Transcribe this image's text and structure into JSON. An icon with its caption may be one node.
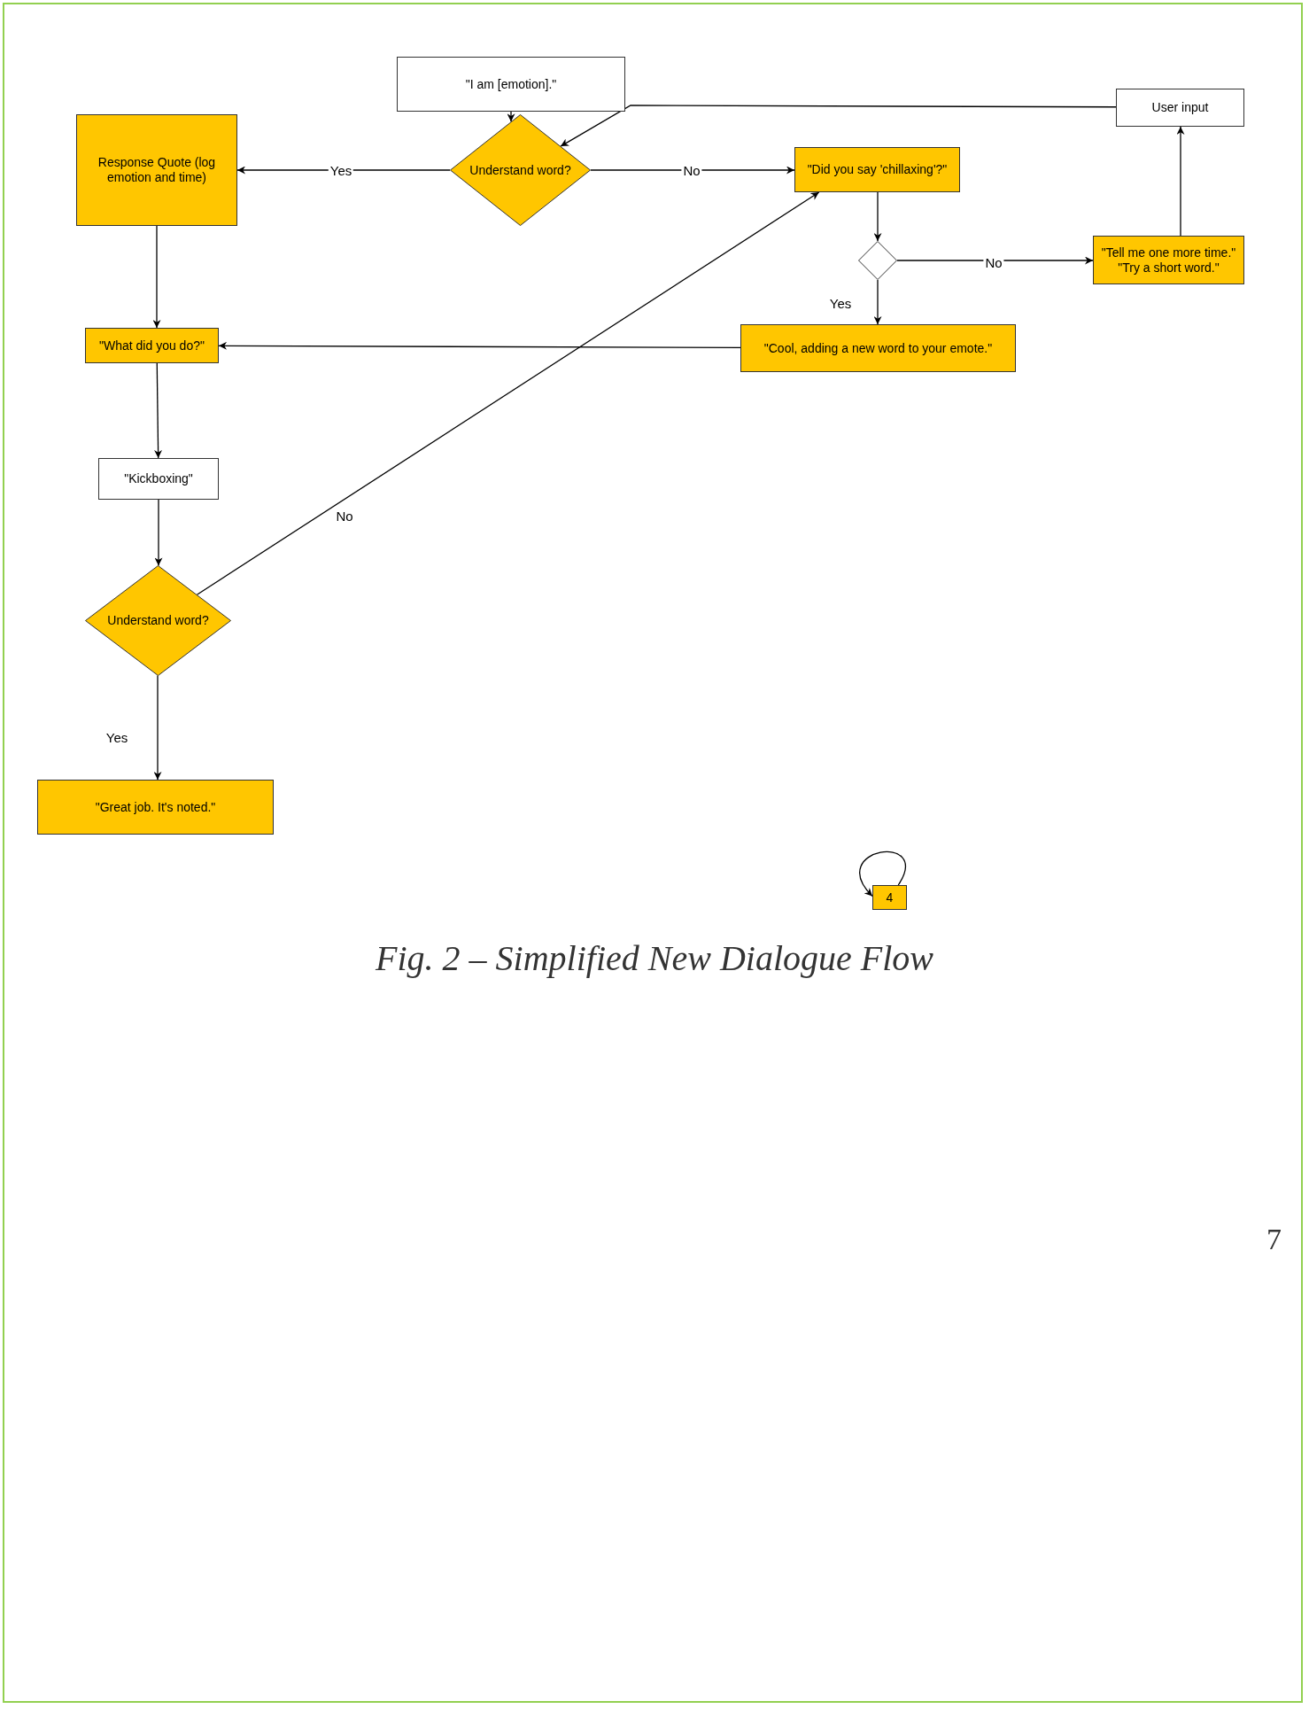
{
  "diagram": {
    "caption": "Fig. 2 – Simplified New Dialogue Flow",
    "nodes": [
      {
        "text": [
          "\"I am [emotion].\""
        ]
      },
      {
        "text": [
          "Understand word?"
        ]
      },
      {
        "text": [
          "Response Quote (log emotion and time)"
        ]
      },
      {
        "text": [
          "\"Did you say 'chillaxing'?\""
        ]
      },
      {
        "text": [
          "User input"
        ]
      },
      {
        "text": [],
        "shape": "diamond"
      },
      {
        "text": [
          "\"Tell me one more time.\"",
          "\"Try a short word.\""
        ]
      },
      {
        "text": [
          "\"Cool, adding a new word to your emote.\""
        ]
      },
      {
        "text": [
          "\"What did you do?\""
        ]
      },
      {
        "text": [
          "\"Kickboxing\""
        ]
      },
      {
        "text": [
          "Understand word?"
        ]
      },
      {
        "text": [
          "\"Great job. It's noted.\""
        ]
      },
      {
        "text": [
          "4"
        ]
      }
    ],
    "edges": [
      {
        "from": 0,
        "to": 1,
        "arrow": "to"
      },
      {
        "from": 1,
        "to": 2,
        "arrow": "to",
        "label": "Yes"
      },
      {
        "from": 1,
        "to": 3,
        "arrow": "to",
        "label": "No"
      },
      {
        "from": 3,
        "to": 5,
        "arrow": "to"
      },
      {
        "from": 5,
        "to": 6,
        "arrow": "to",
        "label": "No"
      },
      {
        "from": 5,
        "to": 7,
        "arrow": "to",
        "label": "Yes"
      },
      {
        "from": 6,
        "to": 4,
        "arrow": "to"
      },
      {
        "from": 4,
        "to": 1,
        "arrow": "to"
      },
      {
        "from": 7,
        "to": 8,
        "arrow": "to"
      },
      {
        "from": 2,
        "to": 8,
        "arrow": "to"
      },
      {
        "from": 8,
        "to": 9,
        "arrow": "to"
      },
      {
        "from": 9,
        "to": 10,
        "arrow": "to"
      },
      {
        "from": 10,
        "to": 3,
        "arrow": "to",
        "label": "No"
      },
      {
        "from": 10,
        "to": 11,
        "arrow": "to",
        "label": "Yes"
      },
      {
        "from": 12,
        "to": 12,
        "arrow": "to"
      }
    ],
    "labels": [
      "7"
    ]
  }
}
